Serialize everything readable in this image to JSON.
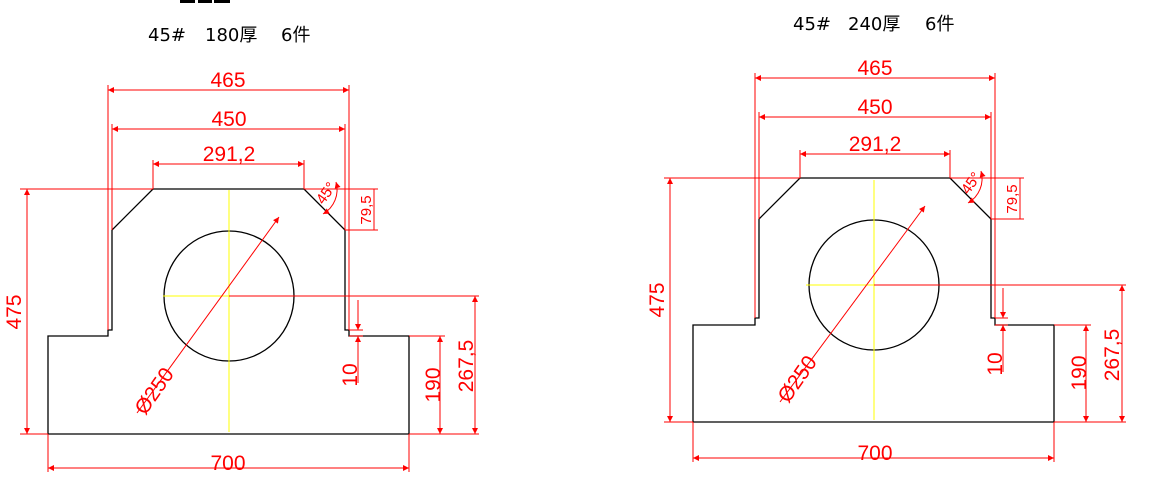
{
  "colors": {
    "part": "#000000",
    "dimension": "#ff0000",
    "centerline": "#ffff00",
    "background": "#ffffff"
  },
  "drawings": [
    {
      "title": {
        "material": "45#",
        "thickness": "180厚",
        "quantity": "6件"
      },
      "dims": {
        "top_outer": "465",
        "top_inner": "450",
        "top_flat": "291,2",
        "chamfer_angle": "45°",
        "chamfer_height": "79,5",
        "overall_height": "475",
        "diameter": "Ø250",
        "step": "10",
        "base_height": "190",
        "center_height": "267,5",
        "base_width": "700"
      }
    },
    {
      "title": {
        "material": "45#",
        "thickness": "240厚",
        "quantity": "6件"
      },
      "dims": {
        "top_outer": "465",
        "top_inner": "450",
        "top_flat": "291,2",
        "chamfer_angle": "45°",
        "chamfer_height": "79,5",
        "overall_height": "475",
        "diameter": "Ø250",
        "step": "10",
        "base_height": "190",
        "center_height": "267,5",
        "base_width": "700"
      }
    }
  ]
}
